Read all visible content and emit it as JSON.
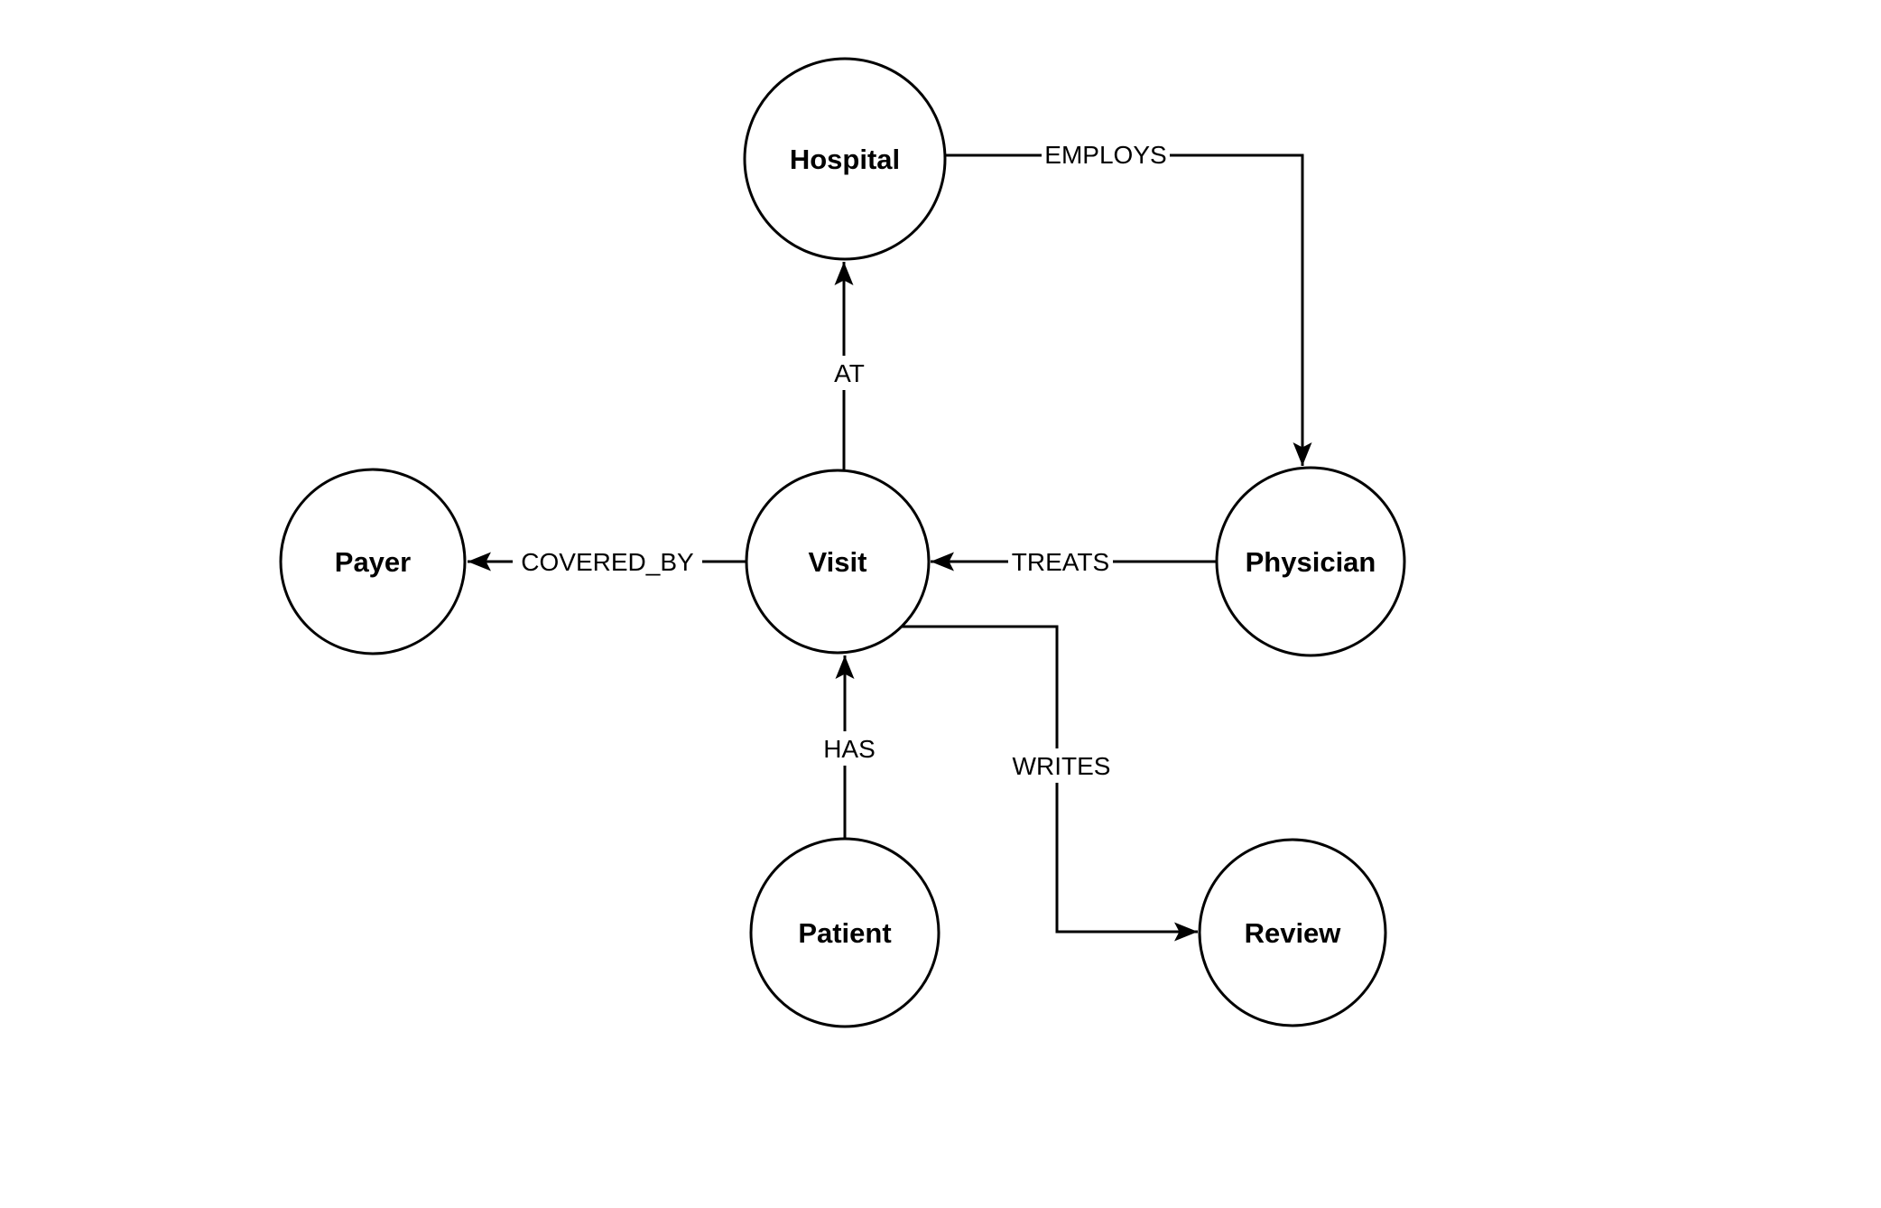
{
  "canvas": {
    "background_color": "#ffffff",
    "stroke_color": "#000000",
    "text_color": "#000000",
    "node_fill_color": "#ffffff"
  },
  "nodes": {
    "hospital": {
      "label": "Hospital"
    },
    "payer": {
      "label": "Payer"
    },
    "visit": {
      "label": "Visit"
    },
    "physician": {
      "label": "Physician"
    },
    "patient": {
      "label": "Patient"
    },
    "review": {
      "label": "Review"
    }
  },
  "edges": {
    "employs": {
      "label": "EMPLOYS",
      "source": "Hospital",
      "target": "Physician"
    },
    "at": {
      "label": "AT",
      "source": "Visit",
      "target": "Hospital"
    },
    "covered_by": {
      "label": "COVERED_BY",
      "source": "Visit",
      "target": "Payer"
    },
    "treats": {
      "label": "TREATS",
      "source": "Physician",
      "target": "Visit"
    },
    "has": {
      "label": "HAS",
      "source": "Patient",
      "target": "Visit"
    },
    "writes": {
      "label": "WRITES",
      "source": "Visit",
      "target": "Review"
    }
  }
}
